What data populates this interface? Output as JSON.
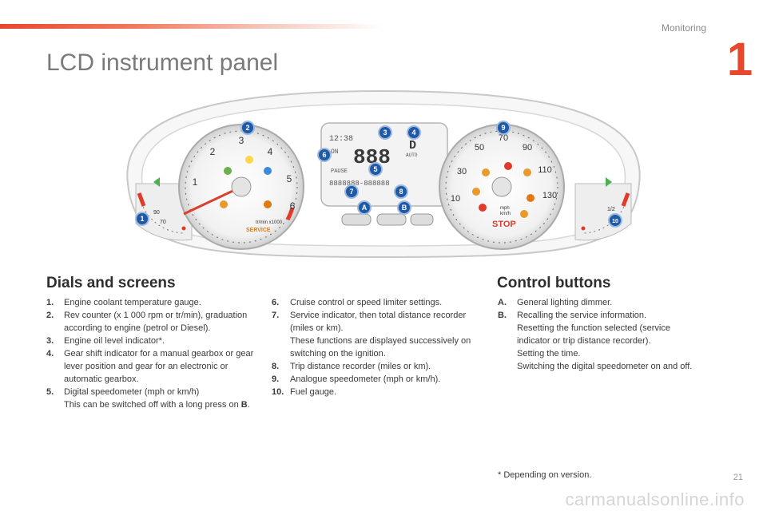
{
  "header": {
    "section": "Monitoring",
    "chapter_number": "1",
    "page_title": "LCD instrument panel",
    "page_number": "21",
    "accent": "#e8472f"
  },
  "panel": {
    "callouts": [
      "1",
      "2",
      "3",
      "4",
      "5",
      "6",
      "7",
      "8",
      "9",
      "10",
      "A",
      "B"
    ],
    "tacho_ticks": [
      "1",
      "2",
      "3",
      "4",
      "5",
      "6"
    ],
    "tacho_unit": "tr/min x1000",
    "service_label": "SERVICE",
    "lcd_time": "12:38",
    "lcd_on": "ON",
    "lcd_pause": "PAUSE",
    "lcd_speed": "888",
    "lcd_odo": "8888888-888888",
    "lcd_auto": "AUTO",
    "lcd_gear": "D",
    "speedo_outer": [
      "10",
      "30",
      "50",
      "70",
      "90",
      "110",
      "130"
    ],
    "speedo_unit_1": "mph",
    "speedo_unit_2": "km/h",
    "stop_label": "STOP",
    "temp_labels": [
      "90",
      "70"
    ],
    "fuel_label": "1/2"
  },
  "dials": {
    "title": "Dials and screens",
    "items_left": [
      {
        "num": "1.",
        "text": "Engine coolant temperature gauge."
      },
      {
        "num": "2.",
        "text": "Rev counter (x 1 000 rpm or tr/min), graduation according to engine (petrol or Diesel)."
      },
      {
        "num": "3.",
        "text": "Engine oil level indicator*."
      },
      {
        "num": "4.",
        "text": "Gear shift indicator for a manual gearbox or gear lever position and gear for an electronic or automatic gearbox."
      },
      {
        "num": "5.",
        "text": "Digital speedometer (mph or km/h)",
        "extra_a": "This can be switched off with a long press on ",
        "extra_b": "B",
        "extra_c": "."
      }
    ],
    "items_right": [
      {
        "num": "6.",
        "text": "Cruise control or speed limiter settings."
      },
      {
        "num": "7.",
        "text": "Service indicator, then total distance recorder (miles or km).",
        "extra": "These functions are displayed successively on switching on the ignition."
      },
      {
        "num": "8.",
        "text": "Trip distance recorder (miles or km)."
      },
      {
        "num": "9.",
        "text": "Analogue speedometer (mph or km/h)."
      },
      {
        "num": "10.",
        "text": "Fuel gauge."
      }
    ]
  },
  "controls": {
    "title": "Control buttons",
    "items": [
      {
        "num": "A.",
        "text": "General lighting dimmer."
      },
      {
        "num": "B.",
        "text": "Recalling the service information.",
        "extra1": "Resetting the function selected (service indicator or trip distance recorder).",
        "extra2": "Setting the time.",
        "extra3": "Switching the digital speedometer on and off."
      }
    ]
  },
  "footnote": "* Depending on version.",
  "watermark": "carmanualsonline.info"
}
